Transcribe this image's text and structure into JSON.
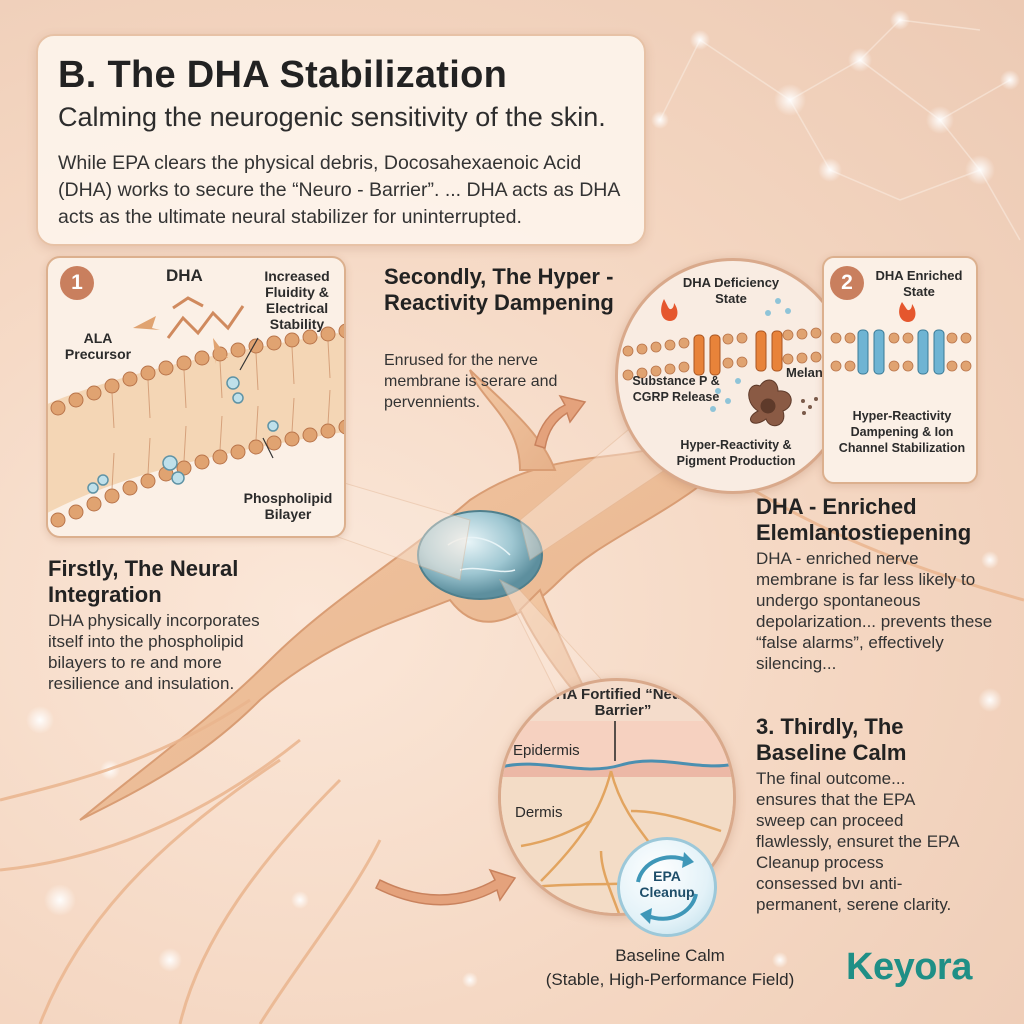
{
  "header": {
    "title": "B. The DHA Stabilization",
    "subtitle": "Calming the neurogenic sensitivity of the skin.",
    "intro": "While EPA clears the physical debris, Docosahexaenoic Acid (DHA) works to secure the “Neuro - Barrier”. ... DHA acts as DHA acts as the ultimate neural stabilizer for uninterrupted."
  },
  "panel1": {
    "badge": "1",
    "dha_label": "DHA",
    "ala_label": "ALA Precursor",
    "fluidity_label": "Increased Fluidity & Electrical Stability",
    "bilayer_label": "Phospholipid Bilayer"
  },
  "section1": {
    "title": "Firstly, The Neural Integration",
    "body": "DHA physically incorporates itself into the phospholipid bilayers to re and more resilience and insulation."
  },
  "section2": {
    "title": "Secondly, The Hyper - Reactivity Dampening",
    "body": "Enrused for the nerve membrane is serare and pervennients."
  },
  "circle2": {
    "deficiency_label": "DHA Deficiency State",
    "substance_label": "Substance P & CGRP Release",
    "melanin_label": "Melanin",
    "hyper_label": "Hyper-Reactivity & Pigment Production"
  },
  "panel2": {
    "badge": "2",
    "enriched_label": "DHA Enriched State",
    "dampening_label": "Hyper-Reactivity Dampening & Ion Channel Stabilization"
  },
  "section_enriched": {
    "title": "DHA - Enriched Elemlantostiepening",
    "body": "DHA - enriched nerve membrane is far less likely to undergo spontaneous depolarization... prevents these “false alarms”, effectively silencing..."
  },
  "circle3": {
    "fortified_label": "DHA Fortified “Neuro-Barrier”",
    "epidermis_label": "Epidermis",
    "dermis_label": "Dermis",
    "epa_label": "EPA Cleanup"
  },
  "section3": {
    "title": "3. Thirdly, The Baseline Calm",
    "body": "The final outcome... ensures that the EPA sweep can proceed flawlessly, ensuret the EPA Cleanup process consessed bvı anti-permanent, serene clarity."
  },
  "baseline": {
    "caption_1": "Baseline Calm",
    "caption_2": "(Stable, High-Performance Field)"
  },
  "logo": {
    "text": "Keyora",
    "color": "#1f8f86"
  },
  "colors": {
    "background": "#f4d6c1",
    "accent": "#c97f5e",
    "membrane": "#e0a371",
    "channel_orange": "#e8833a",
    "channel_blue": "#6fb4d3"
  }
}
